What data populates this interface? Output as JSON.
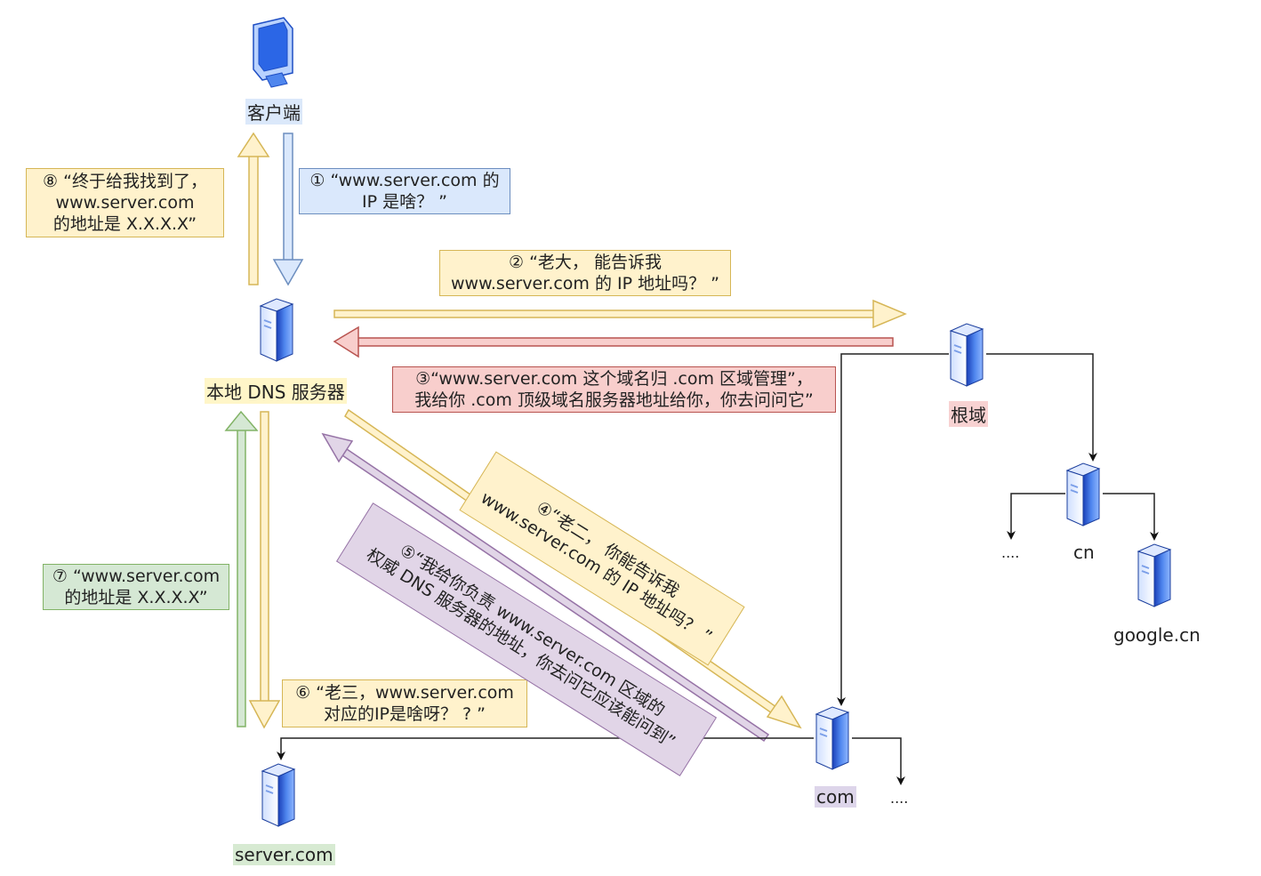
{
  "nodes": {
    "client": {
      "label": "客户端"
    },
    "local_dns": {
      "label": "本地 DNS 服务器"
    },
    "root": {
      "label": "根域"
    },
    "cn": {
      "label": "cn"
    },
    "google_cn": {
      "label": "google.cn"
    },
    "com": {
      "label": "com"
    },
    "server_com": {
      "label": "server.com"
    },
    "ellipsis_cn": {
      "label": "...."
    },
    "ellipsis_com": {
      "label": "...."
    }
  },
  "messages": {
    "m1": [
      "① “www.server.com 的",
      "IP 是啥？ ”"
    ],
    "m2": [
      "② “老大， 能告诉我",
      "www.server.com 的 IP 地址吗？ ”"
    ],
    "m3": [
      "③“www.server.com 这个域名归 .com 区域管理”，",
      "我给你 .com 顶级域名服务器地址给你，你去问问它”"
    ],
    "m4": [
      "④“老二， 你能告诉我",
      "www.server.com 的 IP 地址吗？ ”"
    ],
    "m5": [
      "⑤“我给你负责 www.server.com 区域的",
      "权威 DNS 服务器的地址，你去问它应该能问到”"
    ],
    "m6": [
      "⑥ “老三，www.server.com",
      "对应的IP是啥呀？ ? ”"
    ],
    "m7": [
      "⑦ “www.server.com",
      "的地址是 X.X.X.X”"
    ],
    "m8": [
      "⑧ “终于给我找到了，",
      "www.server.com",
      "的地址是 X.X.X.X”"
    ]
  },
  "colors": {
    "blue_fill": "#dae8fc",
    "blue_stroke": "#6c8ebf",
    "yellow_fill": "#fff2cc",
    "yellow_stroke": "#d6b656",
    "red_fill": "#f8cecc",
    "red_stroke": "#b85450",
    "green_fill": "#d5e8d4",
    "green_stroke": "#82b366",
    "purple_fill": "#e1d5e7",
    "purple_stroke": "#9673a6",
    "server_blue": "#2f5fd0"
  },
  "icons": [
    "monitor-icon",
    "server-icon"
  ]
}
